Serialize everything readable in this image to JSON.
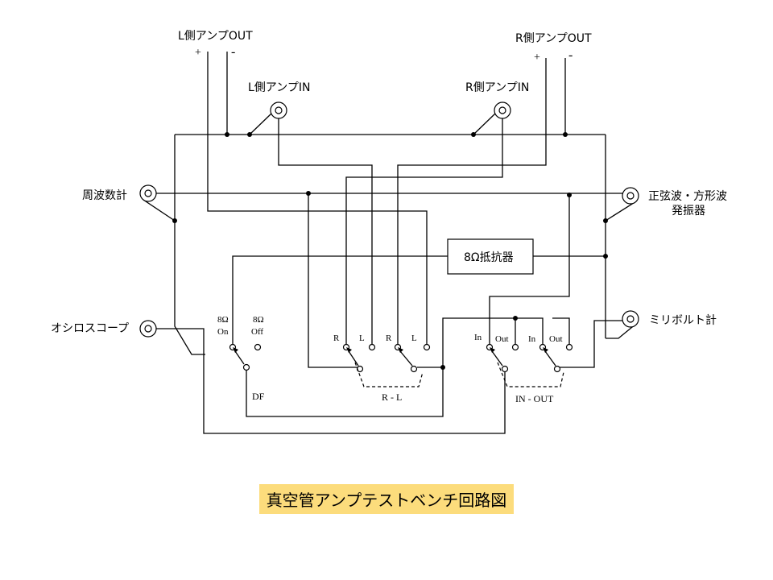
{
  "labels": {
    "l_amp_out": "L側アンプOUT",
    "r_amp_out": "R側アンプOUT",
    "l_amp_in": "L側アンプIN",
    "r_amp_in": "R側アンプIN",
    "plus": "+",
    "minus": "-",
    "frequency_counter": "周波数計",
    "oscillator_line1": "正弦波・方形波",
    "oscillator_line2": "発振器",
    "oscilloscope": "オシロスコープ",
    "millivoltmeter": "ミリボルト計",
    "resistor": "8Ω抵抗器",
    "df_on_ohm": "8Ω",
    "df_on": "On",
    "df_off_ohm": "8Ω",
    "df_off": "Off",
    "df": "DF",
    "rl_r1": "R",
    "rl_l1": "L",
    "rl_r2": "R",
    "rl_l2": "L",
    "rl_switch": "R - L",
    "io_in1": "In",
    "io_out1": "Out",
    "io_in2": "In",
    "io_out2": "Out",
    "io_switch": "IN - OUT"
  },
  "title": "真空管アンプテストベンチ回路図",
  "colors": {
    "title_bg": "#fcdc7c",
    "line": "#000000",
    "background": "#ffffff"
  }
}
